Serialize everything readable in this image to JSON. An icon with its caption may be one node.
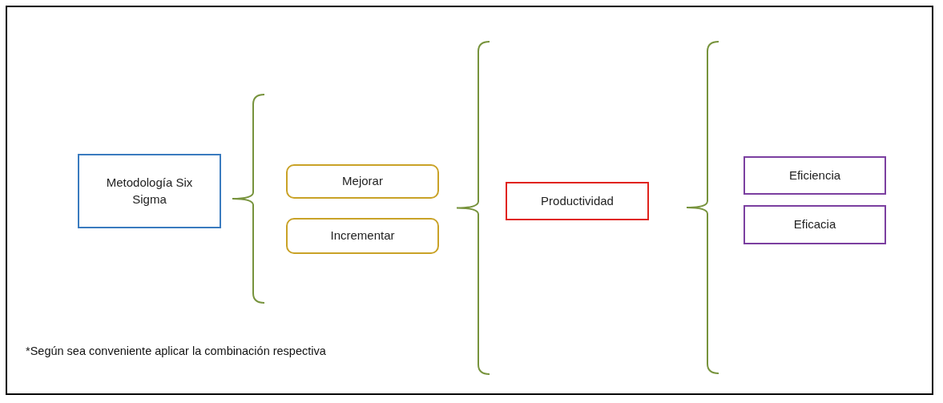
{
  "diagram": {
    "nodes": [
      {
        "text": [
          "Metodología Six Sigma"
        ]
      },
      {
        "text": [
          "Mejorar"
        ]
      },
      {
        "text": [
          "Incrementar"
        ]
      },
      {
        "text": [
          "Productividad"
        ]
      },
      {
        "text": [
          "Eficiencia"
        ]
      },
      {
        "text": [
          "Eficacia"
        ]
      }
    ],
    "edges": [],
    "labels": [
      "*Según sea conveniente aplicar la combinación respectiva"
    ]
  }
}
